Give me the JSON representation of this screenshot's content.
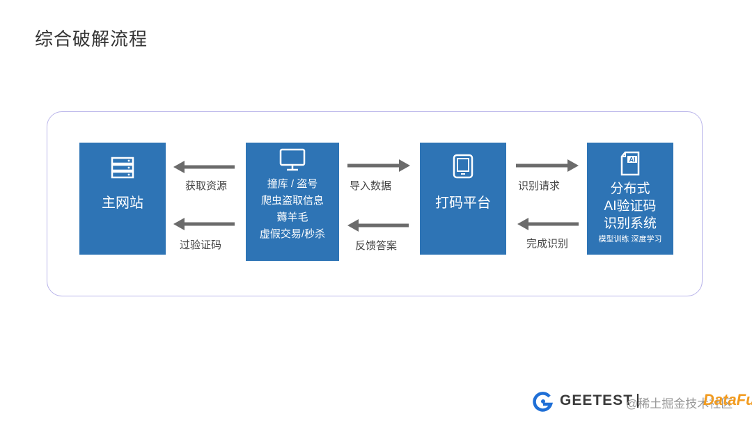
{
  "page": {
    "title": "综合破解流程"
  },
  "nodes": {
    "main_site": {
      "label": "主网站",
      "icon": "server-icon"
    },
    "attacker": {
      "lines": [
        "撞库 / 盗号",
        "爬虫盗取信息",
        "薅羊毛",
        "虚假交易/秒杀"
      ],
      "icon": "monitor-icon"
    },
    "coding_platform": {
      "label": "打码平台",
      "icon": "tablet-icon"
    },
    "ai_system": {
      "lines": [
        "分布式",
        "AI验证码",
        "识别系统"
      ],
      "sub": "模型训练 深度学习",
      "icon": "ai-document-icon"
    }
  },
  "edges": {
    "get_resources": "获取资源",
    "pass_captcha": "过验证码",
    "import_data": "导入数据",
    "feedback_answer": "反馈答案",
    "recognition_request": "识别请求",
    "recognition_done": "完成识别"
  },
  "footer": {
    "brand": "GEETEST",
    "watermark": "@稀土掘金技术社区",
    "watermark_logo": "DataFun."
  },
  "colors": {
    "box": "#2e74b5",
    "arrow": "#6b6b6b",
    "frame": "#b9b4ea",
    "brand_blue": "#1f6fd6"
  }
}
